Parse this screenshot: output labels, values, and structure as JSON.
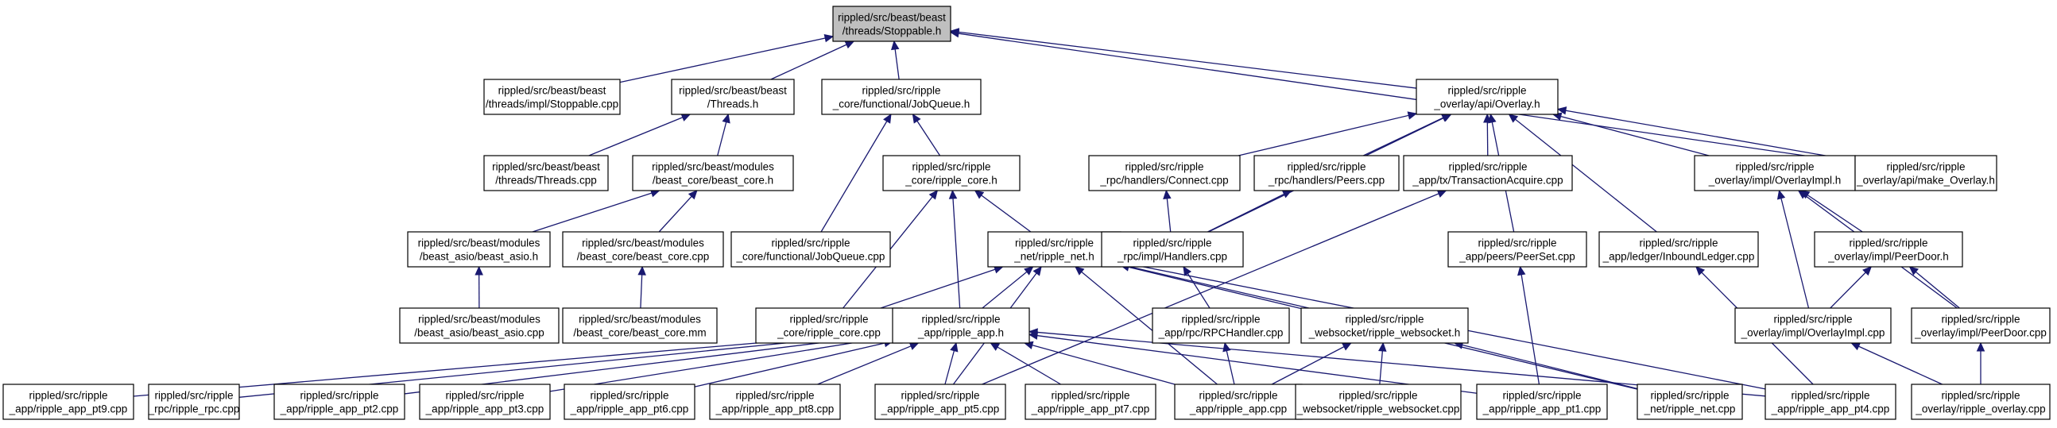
{
  "graph": {
    "nodes": [
      {
        "id": "n0",
        "lines": [
          "rippled/src/beast/beast",
          "/threads/Stoppable.h"
        ]
      },
      {
        "id": "n1",
        "lines": [
          "rippled/src/beast/beast",
          "/threads/impl/Stoppable.cpp"
        ]
      },
      {
        "id": "n2",
        "lines": [
          "rippled/src/beast/beast",
          "/Threads.h"
        ]
      },
      {
        "id": "n3",
        "lines": [
          "rippled/src/ripple",
          "_core/functional/JobQueue.h"
        ]
      },
      {
        "id": "n4",
        "lines": [
          "rippled/src/ripple",
          "_overlay/api/Overlay.h"
        ]
      },
      {
        "id": "n5",
        "lines": [
          "rippled/src/beast/beast",
          "/threads/Threads.cpp"
        ]
      },
      {
        "id": "n6",
        "lines": [
          "rippled/src/beast/modules",
          "/beast_core/beast_core.h"
        ]
      },
      {
        "id": "n7",
        "lines": [
          "rippled/src/ripple",
          "_core/ripple_core.h"
        ]
      },
      {
        "id": "n8",
        "lines": [
          "rippled/src/ripple",
          "_rpc/handlers/Connect.cpp"
        ]
      },
      {
        "id": "n9",
        "lines": [
          "rippled/src/ripple",
          "_rpc/handlers/Peers.cpp"
        ]
      },
      {
        "id": "n10",
        "lines": [
          "rippled/src/ripple",
          "_app/tx/TransactionAcquire.cpp"
        ]
      },
      {
        "id": "n11",
        "lines": [
          "rippled/src/ripple",
          "_overlay/impl/OverlayImpl.h"
        ]
      },
      {
        "id": "n12",
        "lines": [
          "rippled/src/ripple",
          "_overlay/api/make_Overlay.h"
        ]
      },
      {
        "id": "n13",
        "lines": [
          "rippled/src/beast/modules",
          "/beast_asio/beast_asio.h"
        ]
      },
      {
        "id": "n14",
        "lines": [
          "rippled/src/beast/modules",
          "/beast_core/beast_core.cpp"
        ]
      },
      {
        "id": "n15",
        "lines": [
          "rippled/src/ripple",
          "_core/functional/JobQueue.cpp"
        ]
      },
      {
        "id": "n16",
        "lines": [
          "rippled/src/ripple",
          "_net/ripple_net.h"
        ]
      },
      {
        "id": "n17",
        "lines": [
          "rippled/src/ripple",
          "_rpc/impl/Handlers.cpp"
        ]
      },
      {
        "id": "n18",
        "lines": [
          "rippled/src/ripple",
          "_app/peers/PeerSet.cpp"
        ]
      },
      {
        "id": "n19",
        "lines": [
          "rippled/src/ripple",
          "_app/ledger/InboundLedger.cpp"
        ]
      },
      {
        "id": "n20",
        "lines": [
          "rippled/src/ripple",
          "_overlay/impl/PeerDoor.h"
        ]
      },
      {
        "id": "n21",
        "lines": [
          "rippled/src/beast/modules",
          "/beast_asio/beast_asio.cpp"
        ]
      },
      {
        "id": "n22",
        "lines": [
          "rippled/src/beast/modules",
          "/beast_core/beast_core.mm"
        ]
      },
      {
        "id": "n23",
        "lines": [
          "rippled/src/ripple",
          "_core/ripple_core.cpp"
        ]
      },
      {
        "id": "n24",
        "lines": [
          "rippled/src/ripple",
          "_app/ripple_app.h"
        ]
      },
      {
        "id": "n25",
        "lines": [
          "rippled/src/ripple",
          "_app/rpc/RPCHandler.cpp"
        ]
      },
      {
        "id": "n26",
        "lines": [
          "rippled/src/ripple",
          "_websocket/ripple_websocket.h"
        ]
      },
      {
        "id": "n27",
        "lines": [
          "rippled/src/ripple",
          "_overlay/impl/OverlayImpl.cpp"
        ]
      },
      {
        "id": "n28",
        "lines": [
          "rippled/src/ripple",
          "_overlay/impl/PeerDoor.cpp"
        ]
      },
      {
        "id": "n29",
        "lines": [
          "rippled/src/ripple",
          "_app/ripple_app_pt9.cpp"
        ]
      },
      {
        "id": "n30",
        "lines": [
          "rippled/src/ripple",
          "_rpc/ripple_rpc.cpp"
        ]
      },
      {
        "id": "n31",
        "lines": [
          "rippled/src/ripple",
          "_app/ripple_app_pt2.cpp"
        ]
      },
      {
        "id": "n32",
        "lines": [
          "rippled/src/ripple",
          "_app/ripple_app_pt3.cpp"
        ]
      },
      {
        "id": "n33",
        "lines": [
          "rippled/src/ripple",
          "_app/ripple_app_pt6.cpp"
        ]
      },
      {
        "id": "n34",
        "lines": [
          "rippled/src/ripple",
          "_app/ripple_app_pt8.cpp"
        ]
      },
      {
        "id": "n35",
        "lines": [
          "rippled/src/ripple",
          "_app/ripple_app_pt5.cpp"
        ]
      },
      {
        "id": "n36",
        "lines": [
          "rippled/src/ripple",
          "_app/ripple_app_pt7.cpp"
        ]
      },
      {
        "id": "n37",
        "lines": [
          "rippled/src/ripple",
          "_app/ripple_app.cpp"
        ]
      },
      {
        "id": "n38",
        "lines": [
          "rippled/src/ripple",
          "_websocket/ripple_websocket.cpp"
        ]
      },
      {
        "id": "n39",
        "lines": [
          "rippled/src/ripple",
          "_app/ripple_app_pt1.cpp"
        ]
      },
      {
        "id": "n40",
        "lines": [
          "rippled/src/ripple",
          "_net/ripple_net.cpp"
        ]
      },
      {
        "id": "n41",
        "lines": [
          "rippled/src/ripple",
          "_app/ripple_app_pt4.cpp"
        ]
      },
      {
        "id": "n42",
        "lines": [
          "rippled/src/ripple",
          "_overlay/ripple_overlay.cpp"
        ]
      }
    ],
    "edges": [
      [
        "n1",
        "n0"
      ],
      [
        "n2",
        "n0"
      ],
      [
        "n3",
        "n0"
      ],
      [
        "n4",
        "n0"
      ],
      [
        "n12",
        "n0"
      ],
      [
        "n5",
        "n2"
      ],
      [
        "n6",
        "n2"
      ],
      [
        "n13",
        "n6"
      ],
      [
        "n14",
        "n6"
      ],
      [
        "n21",
        "n13"
      ],
      [
        "n22",
        "n14"
      ],
      [
        "n15",
        "n3"
      ],
      [
        "n7",
        "n3"
      ],
      [
        "n23",
        "n7"
      ],
      [
        "n24",
        "n7"
      ],
      [
        "n16",
        "n7"
      ],
      [
        "n17",
        "n4"
      ],
      [
        "n8",
        "n4"
      ],
      [
        "n9",
        "n4"
      ],
      [
        "n10",
        "n4"
      ],
      [
        "n18",
        "n4"
      ],
      [
        "n19",
        "n4"
      ],
      [
        "n11",
        "n4"
      ],
      [
        "n12",
        "n4"
      ],
      [
        "n17",
        "n8"
      ],
      [
        "n17",
        "n9"
      ],
      [
        "n35",
        "n10"
      ],
      [
        "n20",
        "n11"
      ],
      [
        "n27",
        "n11"
      ],
      [
        "n27",
        "n20"
      ],
      [
        "n28",
        "n20"
      ],
      [
        "n28",
        "n11"
      ],
      [
        "n42",
        "n27"
      ],
      [
        "n42",
        "n28"
      ],
      [
        "n23",
        "n16"
      ],
      [
        "n24",
        "n16"
      ],
      [
        "n17",
        "n16"
      ],
      [
        "n26",
        "n16"
      ],
      [
        "n35",
        "n16"
      ],
      [
        "n37",
        "n16"
      ],
      [
        "n40",
        "n16"
      ],
      [
        "n41",
        "n16"
      ],
      [
        "n25",
        "n17"
      ],
      [
        "n37",
        "n25"
      ],
      [
        "n37",
        "n26"
      ],
      [
        "n38",
        "n26"
      ],
      [
        "n40",
        "n26"
      ],
      [
        "n39",
        "n18"
      ],
      [
        "n41",
        "n19"
      ],
      [
        "n29",
        "n24"
      ],
      [
        "n30",
        "n24"
      ],
      [
        "n31",
        "n24"
      ],
      [
        "n32",
        "n24"
      ],
      [
        "n33",
        "n24"
      ],
      [
        "n34",
        "n24"
      ],
      [
        "n35",
        "n24"
      ],
      [
        "n36",
        "n24"
      ],
      [
        "n37",
        "n24"
      ],
      [
        "n39",
        "n24"
      ],
      [
        "n41",
        "n24"
      ]
    ]
  }
}
